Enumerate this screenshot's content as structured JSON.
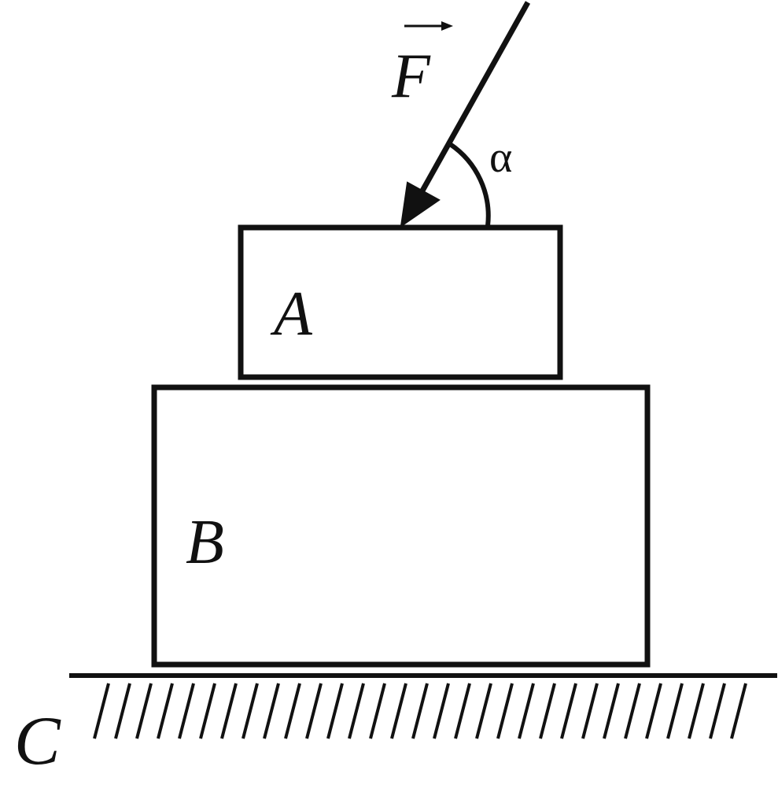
{
  "labels": {
    "force": "F",
    "angle": "α",
    "block_a": "A",
    "block_b": "B",
    "surface": "C"
  },
  "colors": {
    "ink": "#111111",
    "background": "#ffffff"
  }
}
